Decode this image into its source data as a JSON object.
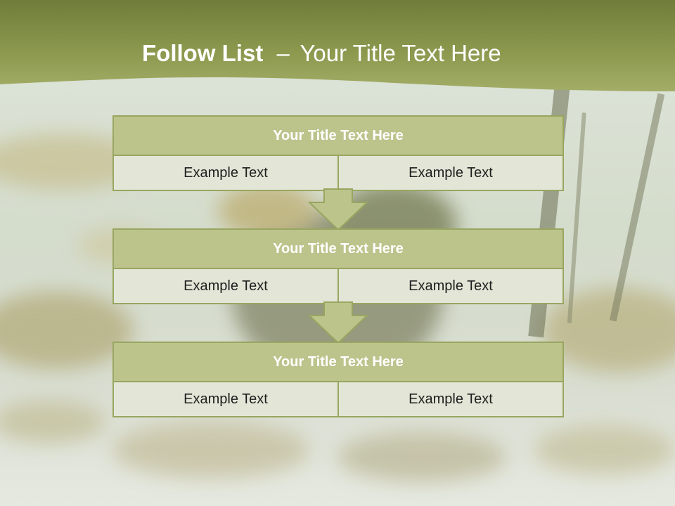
{
  "slide": {
    "title_bold": "Follow List",
    "title_separator": "–",
    "title_rest": "Your Title Text Here"
  },
  "blocks": [
    {
      "title": "Your Title Text Here",
      "left_text": "Example Text",
      "right_text": "Example Text"
    },
    {
      "title": "Your Title Text Here",
      "left_text": "Example Text",
      "right_text": "Example Text"
    },
    {
      "title": "Your Title Text Here",
      "left_text": "Example Text",
      "right_text": "Example Text"
    }
  ],
  "colors": {
    "header_green": "#8c9a4e",
    "block_title_fill": "#bcc48c",
    "block_border": "#98a660",
    "cell_fill": "#e3e6d7"
  }
}
